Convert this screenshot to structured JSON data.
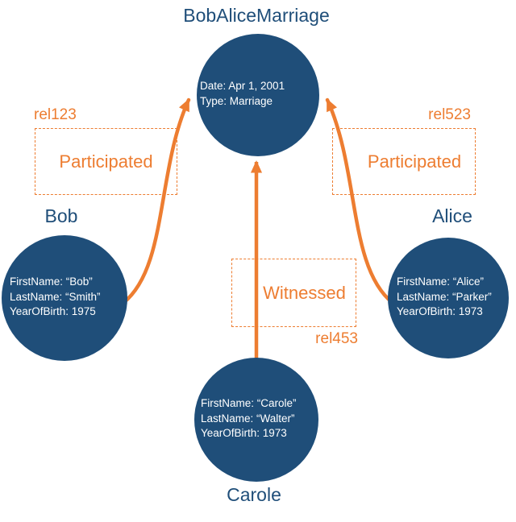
{
  "colors": {
    "node_fill": "#1F4E79",
    "node_text": "#FFFFFF",
    "title_text": "#1F4E79",
    "accent_orange": "#ED7D31",
    "background": "#FFFFFF"
  },
  "nodes": {
    "marriage": {
      "title": "BobAliceMarriage",
      "props": [
        "Date: Apr 1, 2001",
        "Type: Marriage"
      ]
    },
    "bob": {
      "title": "Bob",
      "props": [
        "FirstName: “Bob”",
        "LastName: “Smith”",
        "YearOfBirth: 1975"
      ]
    },
    "alice": {
      "title": "Alice",
      "props": [
        "FirstName: “Alice”",
        "LastName: “Parker”",
        "YearOfBirth: 1973"
      ]
    },
    "carole": {
      "title": "Carole",
      "props": [
        "FirstName: “Carole”",
        "LastName: “Walter”",
        "YearOfBirth: 1973"
      ]
    }
  },
  "relationships": {
    "rel123": {
      "id": "rel123",
      "label": "Participated",
      "from": "Bob",
      "to": "BobAliceMarriage"
    },
    "rel523": {
      "id": "rel523",
      "label": "Participated",
      "from": "Alice",
      "to": "BobAliceMarriage"
    },
    "rel453": {
      "id": "rel453",
      "label": "Witnessed",
      "from": "Carole",
      "to": "BobAliceMarriage"
    }
  }
}
